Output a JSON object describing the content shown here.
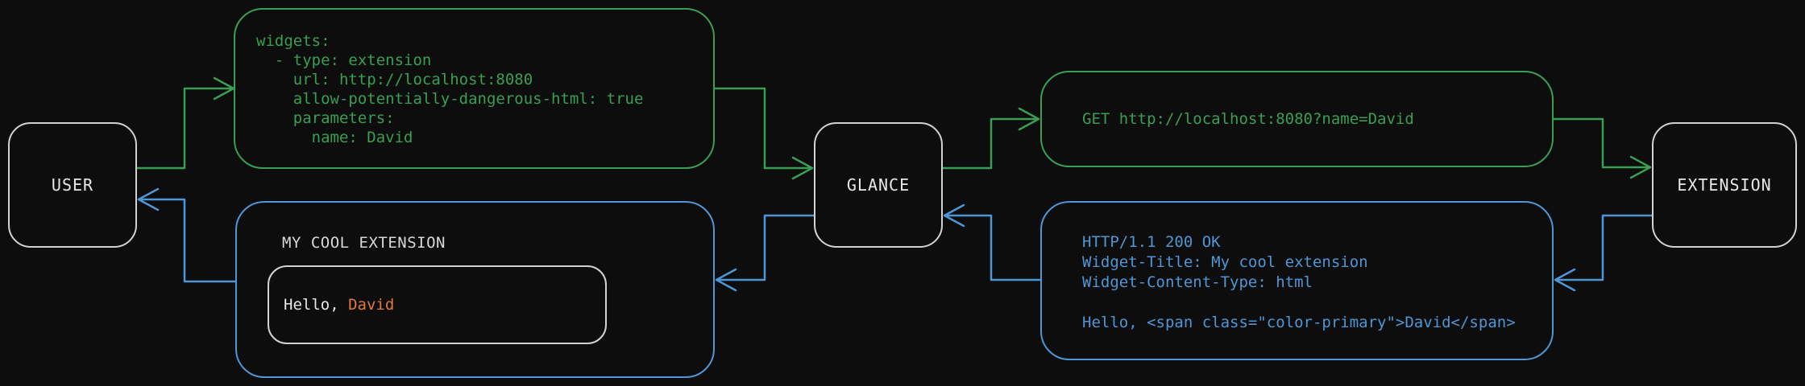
{
  "colors": {
    "background": "#0d0d0d",
    "node_border": "#d2d2d2",
    "node_text": "#e8e8e8",
    "request_accent": "#3a9e52",
    "response_accent": "#4f96d6",
    "highlight": "#e2793b",
    "text_light": "#d8d8d8"
  },
  "nodes": {
    "user": {
      "label": "USER"
    },
    "glance": {
      "label": "GLANCE"
    },
    "extension": {
      "label": "EXTENSION"
    }
  },
  "config_box": {
    "lines": [
      "widgets:",
      "  - type: extension",
      "    url: http://localhost:8080",
      "    allow-potentially-dangerous-html: true",
      "    parameters:",
      "      name: David"
    ]
  },
  "request_box": {
    "text": "GET http://localhost:8080?name=David"
  },
  "response_box": {
    "lines": [
      "HTTP/1.1 200 OK",
      "Widget-Title: My cool extension",
      "Widget-Content-Type: html",
      "",
      "Hello, <span class=\"color-primary\">David</span>"
    ]
  },
  "widget_box": {
    "title": "MY COOL EXTENSION",
    "greeting_prefix": "Hello, ",
    "greeting_name": "David"
  }
}
